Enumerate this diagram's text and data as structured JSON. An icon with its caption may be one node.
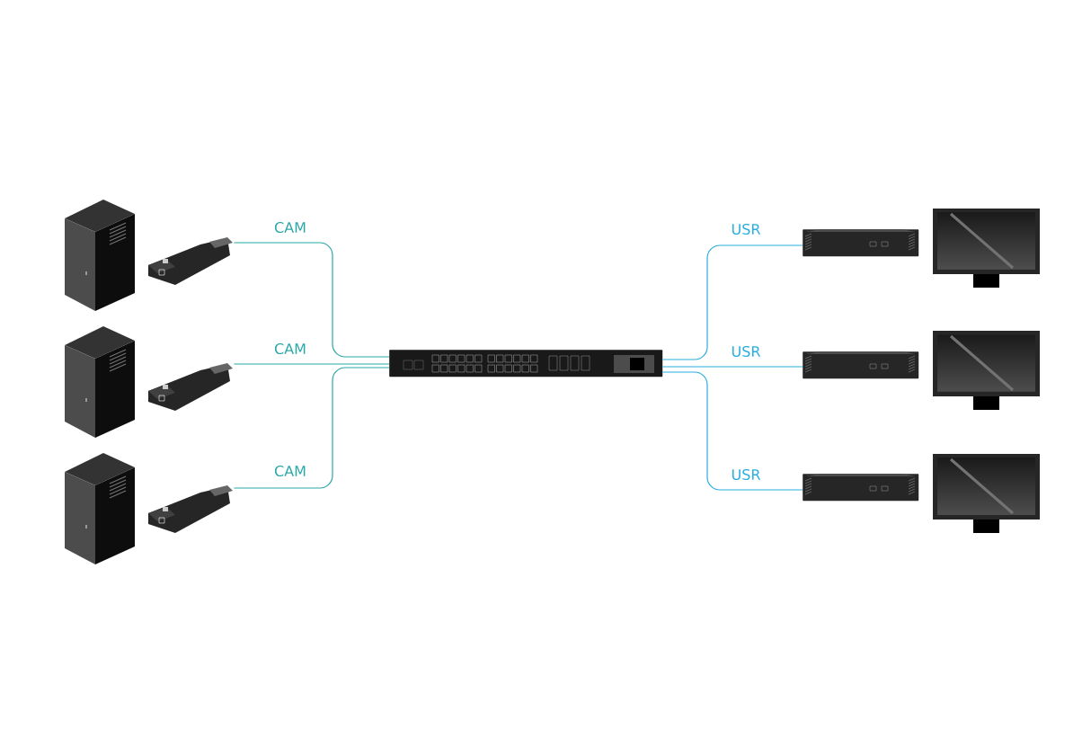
{
  "diagram": {
    "nodes": [
      {
        "text": [],
        "shape": "picture"
      },
      {
        "text": [],
        "shape": "picture"
      },
      {
        "text": [],
        "shape": "picture"
      },
      {
        "text": [],
        "shape": "picture"
      },
      {
        "text": [],
        "shape": "picture"
      },
      {
        "text": [],
        "shape": "picture"
      },
      {
        "text": [],
        "shape": "picture"
      },
      {
        "text": [],
        "shape": "picture"
      },
      {
        "text": [],
        "shape": "picture"
      },
      {
        "text": [],
        "shape": "picture"
      },
      {
        "text": [],
        "shape": "picture"
      },
      {
        "text": [],
        "shape": "picture"
      },
      {
        "text": [],
        "shape": "picture"
      }
    ],
    "edges": [
      {
        "from": 3,
        "to": 6,
        "arrow": "none",
        "label": "CAM",
        "color": "#2aa7a7"
      },
      {
        "from": 4,
        "to": 6,
        "arrow": "none",
        "label": "CAM",
        "color": "#2aa7a7"
      },
      {
        "from": 5,
        "to": 6,
        "arrow": "none",
        "label": "CAM",
        "color": "#2aa7a7"
      },
      {
        "from": 6,
        "to": 7,
        "arrow": "none",
        "label": "USR",
        "color": "#29aee0"
      },
      {
        "from": 6,
        "to": 8,
        "arrow": "none",
        "label": "USR",
        "color": "#29aee0"
      },
      {
        "from": 6,
        "to": 9,
        "arrow": "none",
        "label": "USR",
        "color": "#29aee0"
      }
    ]
  }
}
